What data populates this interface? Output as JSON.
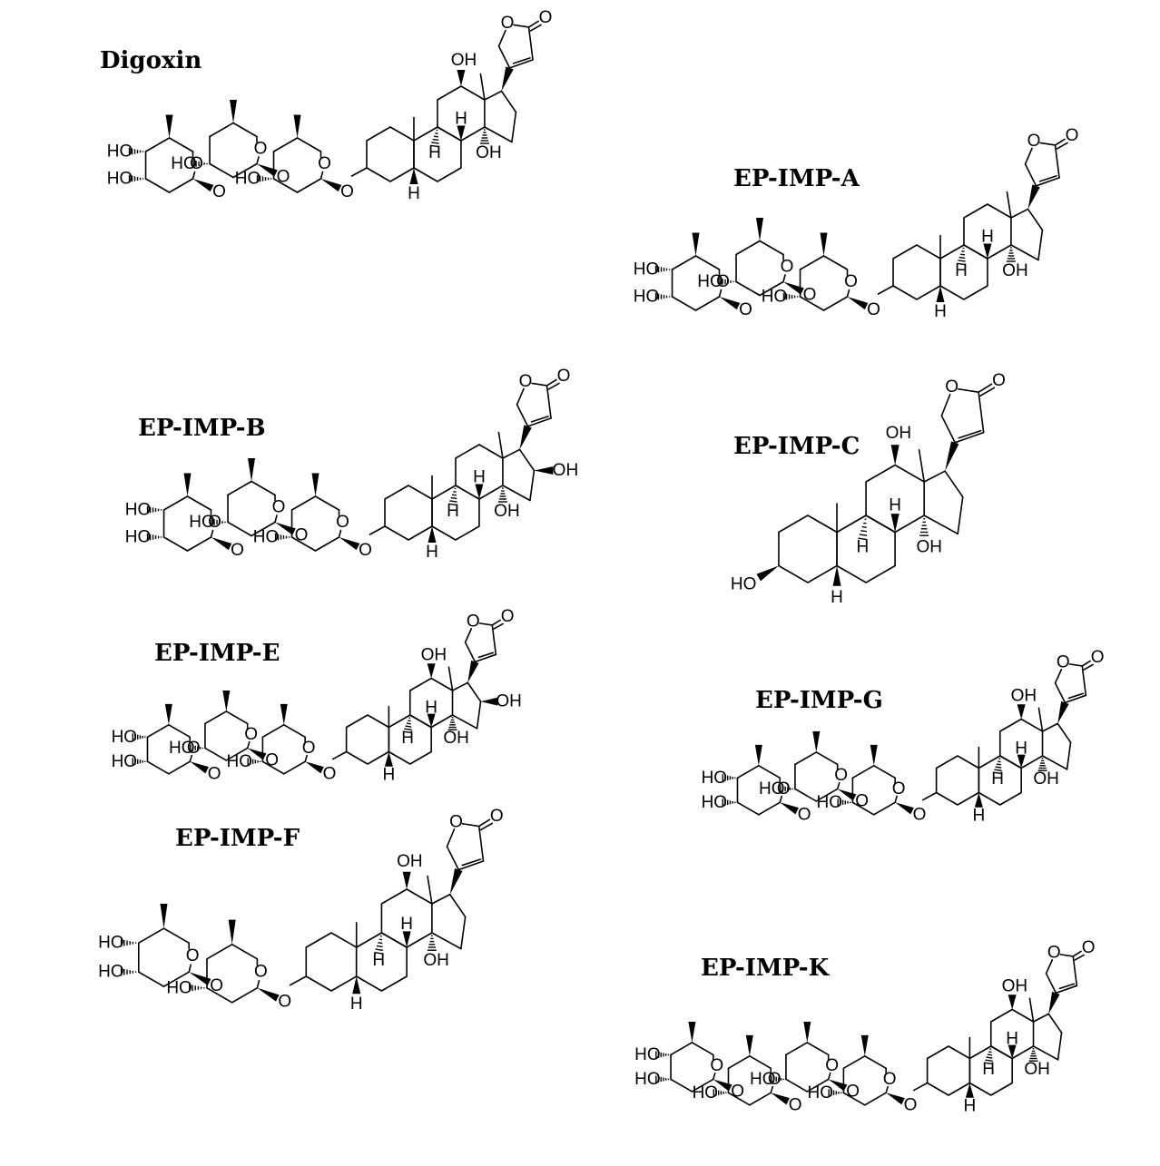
{
  "compounds": [
    {
      "id": "digoxin",
      "title": "Digoxin",
      "sugars": 3,
      "c12_oh": true,
      "c16_oh": false
    },
    {
      "id": "ep-imp-a",
      "title": "EP-IMP-A",
      "sugars": 3,
      "c12_oh": false,
      "c16_oh": false
    },
    {
      "id": "ep-imp-b",
      "title": "EP-IMP-B",
      "sugars": 3,
      "c12_oh": false,
      "c16_oh": true
    },
    {
      "id": "ep-imp-c",
      "title": "EP-IMP-C",
      "sugars": 0,
      "c12_oh": true,
      "c16_oh": false
    },
    {
      "id": "ep-imp-e",
      "title": "EP-IMP-E",
      "sugars": 3,
      "c12_oh": true,
      "c16_oh": true
    },
    {
      "id": "ep-imp-g",
      "title": "EP-IMP-G",
      "sugars": 3,
      "c12_oh": true,
      "c16_oh": false
    },
    {
      "id": "ep-imp-f",
      "title": "EP-IMP-F",
      "sugars": 2,
      "c12_oh": true,
      "c16_oh": false
    },
    {
      "id": "ep-imp-k",
      "title": "EP-IMP-K",
      "sugars": 4,
      "c12_oh": true,
      "c16_oh": false
    }
  ],
  "labels": {
    "oh": "OH",
    "ho": "HO",
    "o": "O",
    "h": "H"
  }
}
